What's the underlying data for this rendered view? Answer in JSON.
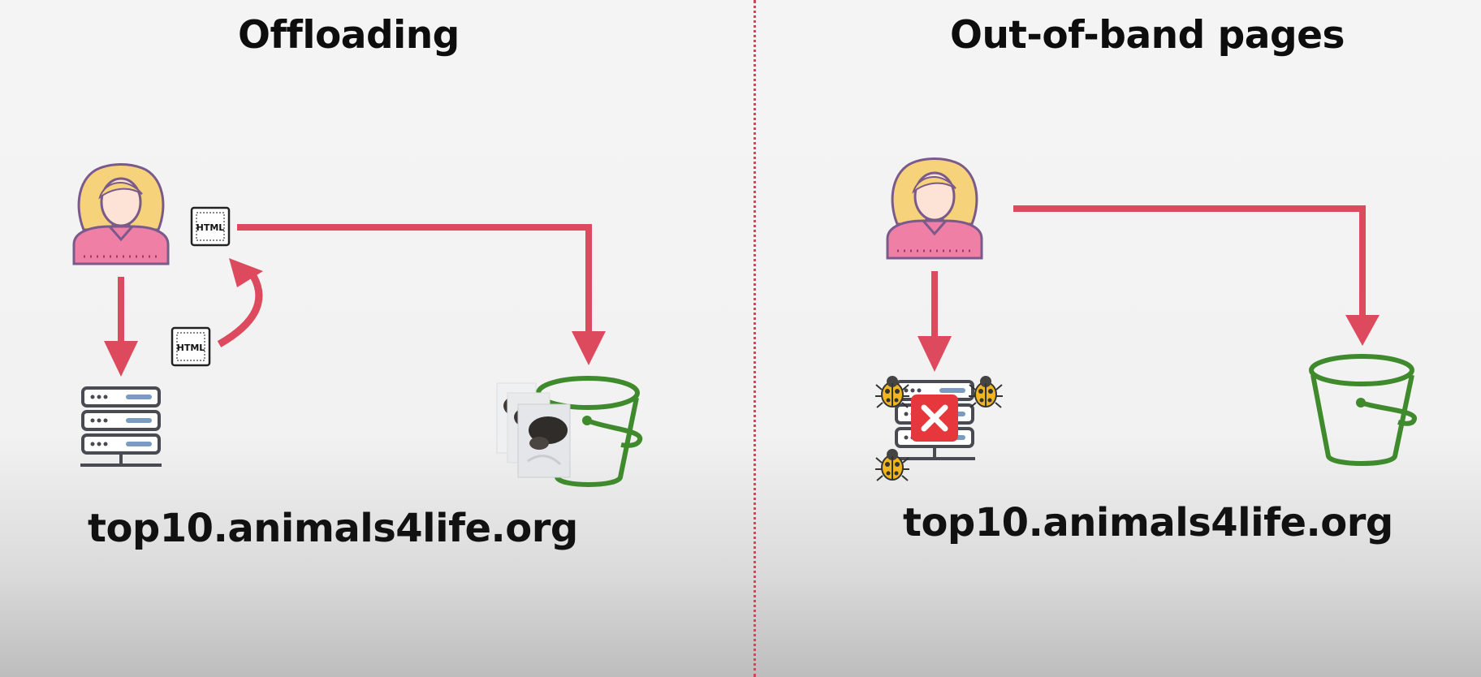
{
  "left_panel": {
    "title": "Offloading",
    "domain": "top10.animals4life.org",
    "html_tag_top": "HTML",
    "html_tag_bottom": "HTML"
  },
  "right_panel": {
    "title": "Out-of-band pages",
    "domain": "top10.animals4life.org"
  },
  "colors": {
    "arrow": "#dd4a5e",
    "bucket": "#3f8a2c",
    "divider": "#d0485c"
  }
}
